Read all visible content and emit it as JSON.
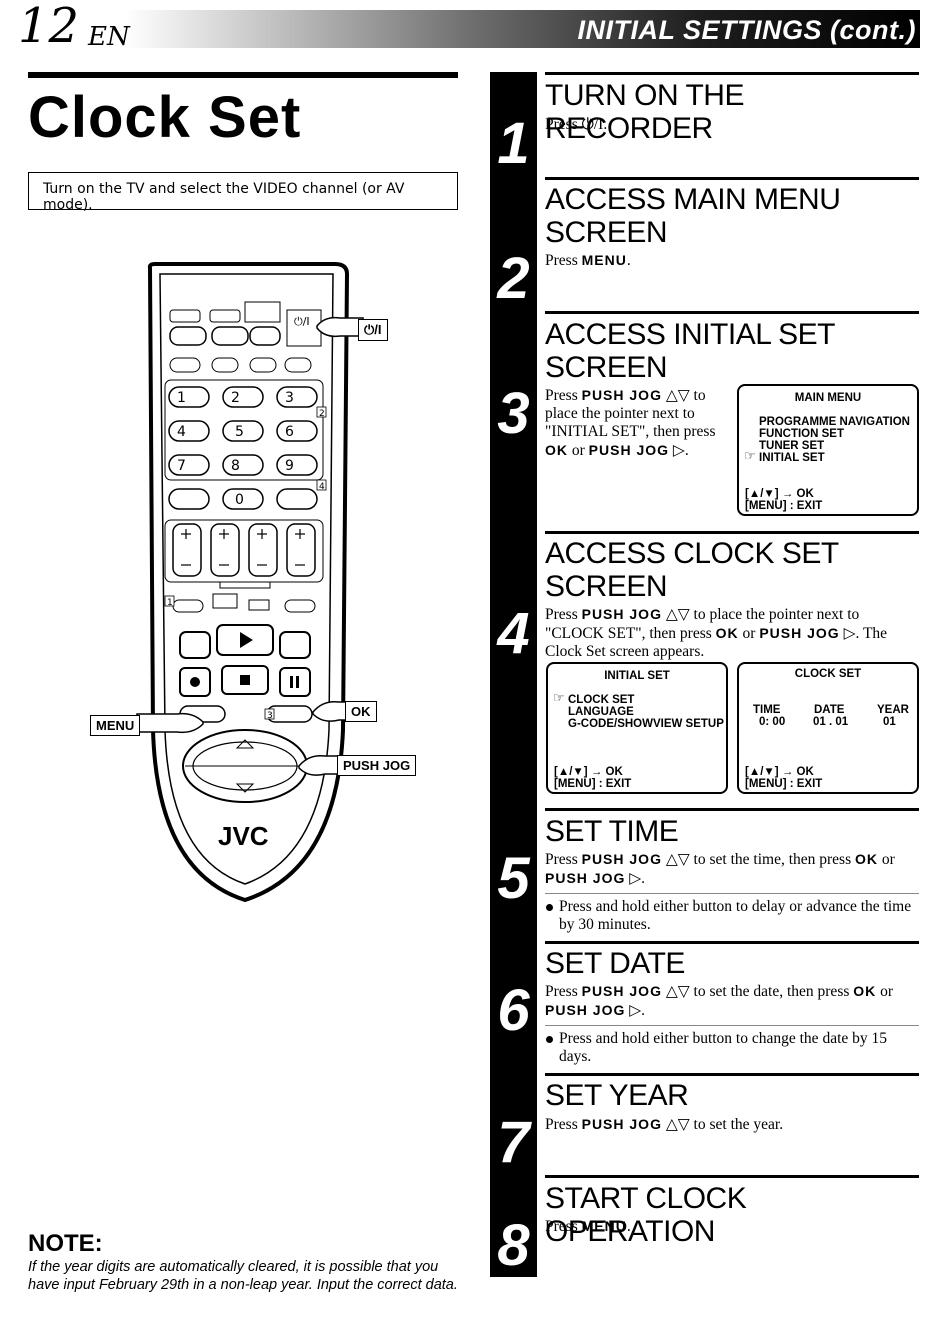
{
  "header": {
    "page_number": "12",
    "language": "EN",
    "section": "INITIAL SETTINGS (cont.)"
  },
  "title": "Clock Set",
  "intro": "Turn on the TV and select the VIDEO channel (or AV mode).",
  "remote": {
    "brand": "JVC",
    "callouts": {
      "power": "⏻/I",
      "menu": "MENU",
      "ok": "OK",
      "push_jog": "PUSH JOG"
    },
    "keys": [
      "1",
      "2",
      "3",
      "4",
      "5",
      "6",
      "7",
      "8",
      "9",
      "0"
    ],
    "small_labels": {
      "power_key": "⏻/I",
      "label_2": "2",
      "label_4": "4",
      "label_1": "1",
      "label_3": "3"
    }
  },
  "note": {
    "heading": "NOTE:",
    "text": "If the year digits are automatically cleared, it is possible that you have input February 29th in a non-leap year. Input the correct data."
  },
  "steps": [
    {
      "num": "1",
      "heading": "TURN ON THE RECORDER",
      "pre": "Press ",
      "key": "⏻/I",
      "post": "."
    },
    {
      "num": "2",
      "heading": "ACCESS MAIN MENU SCREEN",
      "pre": "Press ",
      "key": "MENU",
      "post": "."
    },
    {
      "num": "3",
      "heading": "ACCESS INITIAL SET SCREEN",
      "line1a": "Press ",
      "line1b": "PUSH JOG",
      "line1c": " △▽ to",
      "line2": "place the pointer next to",
      "line3": "\"INITIAL SET\", then press",
      "line4a": "OK",
      "line4b": " or ",
      "line4c": "PUSH JOG",
      "line4d": " ▷."
    },
    {
      "num": "4",
      "heading": "ACCESS CLOCK SET SCREEN",
      "l1a": "Press ",
      "l1b": "PUSH JOG",
      "l1c": " △▽ to place the pointer next to",
      "l2a": "\"CLOCK SET\", then press ",
      "l2b": "OK",
      "l2c": " or ",
      "l2d": "PUSH JOG",
      "l2e": " ▷. The",
      "l3": "Clock Set screen appears."
    },
    {
      "num": "5",
      "heading": "SET TIME",
      "l1a": "Press ",
      "l1b": "PUSH JOG",
      "l1c": " △▽ to set the time, then press ",
      "l1d": "OK",
      "l1e": " or",
      "l2a": "PUSH JOG",
      "l2b": " ▷.",
      "bullet": "Press and hold either button to delay or advance the time by 30 minutes."
    },
    {
      "num": "6",
      "heading": "SET DATE",
      "l1a": "Press ",
      "l1b": "PUSH JOG",
      "l1c": " △▽ to set the date, then press ",
      "l1d": "OK",
      "l1e": " or",
      "l2a": "PUSH JOG",
      "l2b": " ▷.",
      "bullet": "Press and hold either button to change the date by 15 days."
    },
    {
      "num": "7",
      "heading": "SET YEAR",
      "l1a": "Press ",
      "l1b": "PUSH JOG",
      "l1c": " △▽ to set the year."
    },
    {
      "num": "8",
      "heading": "START CLOCK OPERATION",
      "pre": "Press ",
      "key": "MENU",
      "post": "."
    }
  ],
  "osd_main_menu": {
    "title": "MAIN MENU",
    "items": [
      "PROGRAMME NAVIGATION",
      "FUNCTION SET",
      "TUNER SET",
      "INITIAL SET"
    ],
    "footer1": "[▲/▼] → OK",
    "footer2": "[MENU] : EXIT"
  },
  "osd_initial_set": {
    "title": "INITIAL SET",
    "items": [
      "CLOCK SET",
      "LANGUAGE",
      "G-CODE/SHOWVIEW SETUP"
    ],
    "footer1": "[▲/▼] → OK",
    "footer2": "[MENU] : EXIT"
  },
  "osd_clock_set": {
    "title": "CLOCK SET",
    "col_time": "TIME",
    "val_time": "0: 00",
    "col_date": "DATE",
    "val_date": "01 . 01",
    "col_year": "YEAR",
    "val_year": "01",
    "footer1": "[▲/▼] → OK",
    "footer2": "[MENU] : EXIT"
  }
}
